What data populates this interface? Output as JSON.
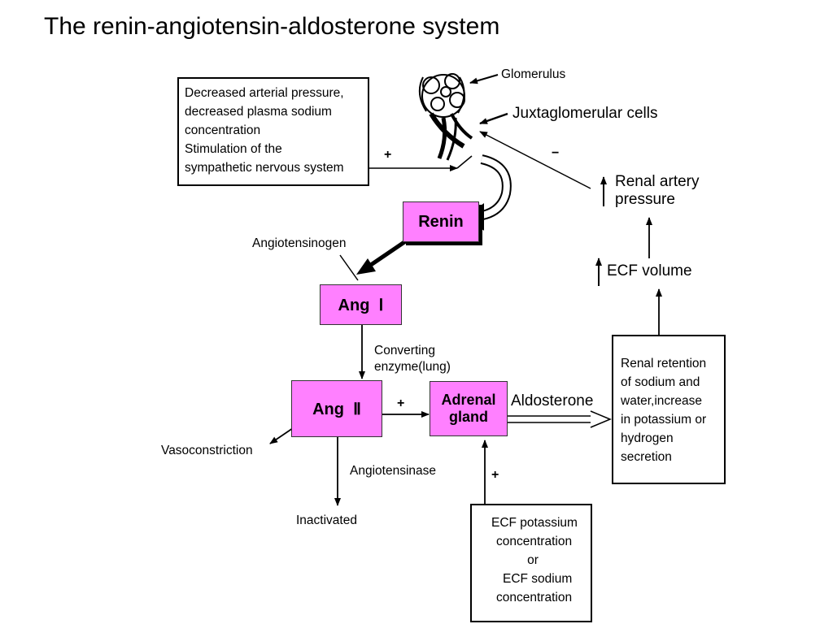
{
  "title": "The renin-angiotensin-aldosterone system",
  "stimulus_box": {
    "lines": [
      "Decreased arterial pressure,",
      "decreased plasma sodium",
      "concentration",
      "Stimulation of the",
      "sympathetic nervous system"
    ]
  },
  "labels": {
    "glomerulus": "Glomerulus",
    "juxtaglomerular": "Juxtaglomerular cells",
    "renal_artery_1": "Renal artery",
    "renal_artery_2": "pressure",
    "ecf_volume": "ECF volume",
    "angiotensinogen": "Angiotensinogen",
    "converting_1": "Converting",
    "converting_2": "enzyme(lung)",
    "aldosterone": "Aldosterone",
    "vasoconstriction": "Vasoconstriction",
    "angiotensinase": "Angiotensinase",
    "inactivated": "Inactivated"
  },
  "signs": {
    "plus_stimulus": "+",
    "minus_renal": "−",
    "plus_ang2": "+",
    "plus_ecf": "+"
  },
  "pink_boxes": {
    "renin": "Renin",
    "ang1": "Ang  Ⅰ",
    "ang2": "Ang  Ⅱ",
    "adrenal_1": "Adrenal",
    "adrenal_2": "gland"
  },
  "retention_box": {
    "lines": [
      "Renal retention",
      "of sodium and",
      "water,increase",
      "in potassium or",
      "hydrogen",
      "secretion"
    ]
  },
  "ecf_box": {
    "lines": [
      "ECF potassium",
      "concentration",
      "or",
      "ECF sodium",
      "concentration"
    ]
  },
  "colors": {
    "pink": "#ff80ff",
    "line": "#000000"
  }
}
